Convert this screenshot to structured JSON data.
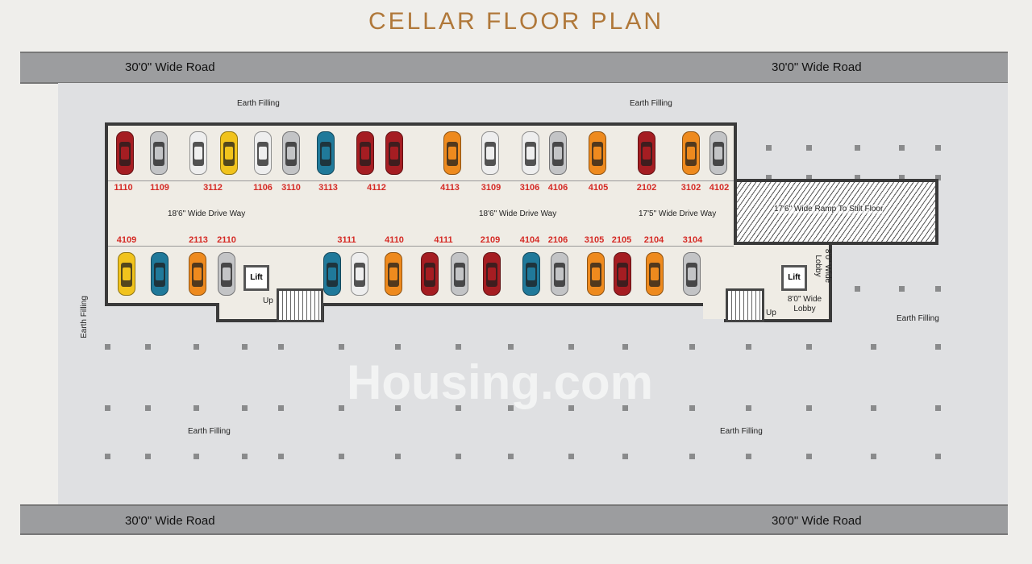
{
  "title": "CELLAR FLOOR PLAN",
  "roads": {
    "top_left": "30'0\" Wide Road",
    "top_right": "30'0\" Wide Road",
    "bottom_left": "30'0\" Wide Road",
    "bottom_right": "30'0\" Wide Road"
  },
  "earth_filling": [
    "Earth Filling",
    "Earth Filling",
    "Earth Filling",
    "Earth Filling",
    "Earth Filling",
    "Earth Filling"
  ],
  "driveways": [
    "18'6\" Wide Drive Way",
    "18'6\" Wide Drive Way",
    "17'5\" Wide Drive Way"
  ],
  "ramp": "17'6\" Wide Ramp To Stilt Floor",
  "lift": [
    "Lift",
    "Lift"
  ],
  "up": [
    "Up",
    "Up"
  ],
  "lobby_right": "8'0\" Wide Lobby",
  "lobby_bottom": "8'0\" Wide Lobby",
  "watermark": "Housing.com",
  "colors": {
    "red": "#a51d22",
    "silver": "#c3c4c6",
    "white": "#eeeeee",
    "orange": "#ee8a1e",
    "yellow": "#f1c31d",
    "teal": "#20799a",
    "slot_label": "#d52a25"
  },
  "top_row": {
    "labels": [
      "1110",
      "1109",
      "3112",
      "1106",
      "3110",
      "3113",
      "4112",
      "4113",
      "3109",
      "3106",
      "4106",
      "4105",
      "2102",
      "3102",
      "4102"
    ],
    "cars": [
      "red",
      "silver",
      "white",
      "yellow",
      "white",
      "silver",
      "teal",
      "red",
      "red",
      "orange",
      "white",
      "white",
      "silver",
      "orange",
      "red",
      "orange",
      "silver"
    ]
  },
  "bottom_row": {
    "labels": [
      "4109",
      "2113",
      "2110",
      "3111",
      "4110",
      "4111",
      "2109",
      "4104",
      "2106",
      "3105",
      "2105",
      "2104",
      "3104"
    ],
    "cars": [
      "yellow",
      "teal",
      "orange",
      "silver",
      "teal",
      "white",
      "orange",
      "red",
      "silver",
      "red",
      "teal",
      "silver",
      "orange",
      "red",
      "orange",
      "silver"
    ]
  }
}
